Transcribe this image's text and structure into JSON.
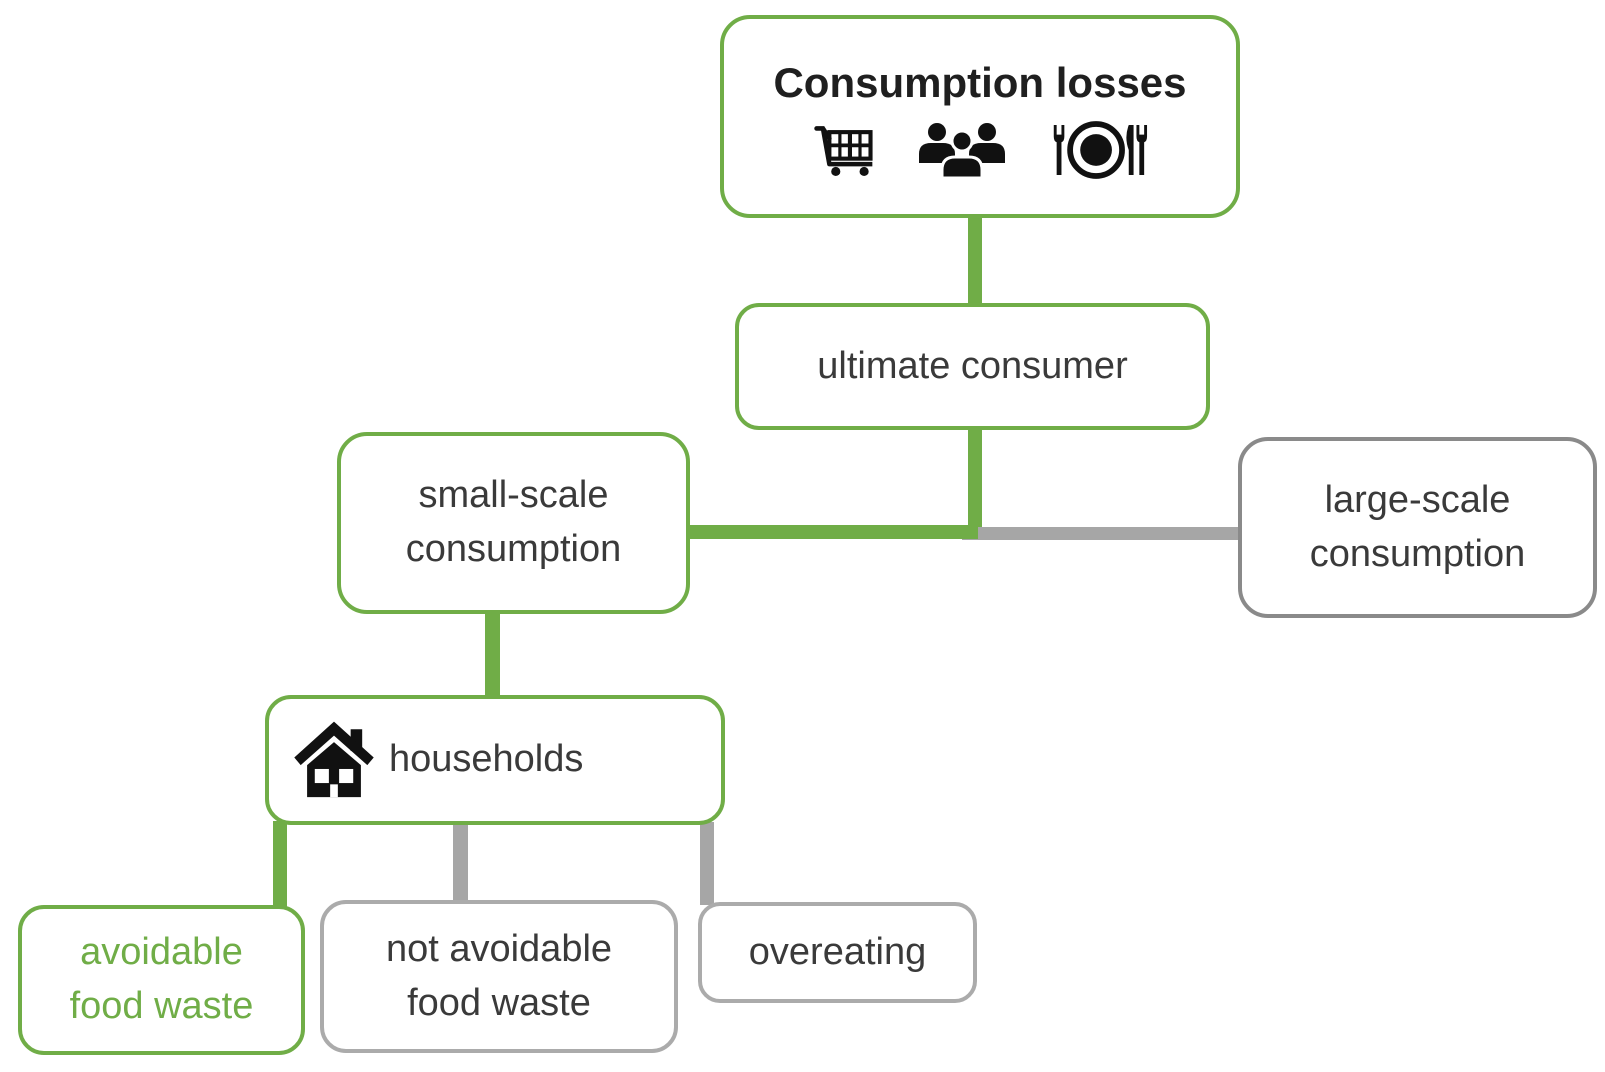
{
  "diagram": {
    "colors": {
      "green": "#70AD47",
      "gray_connector": "#A6A6A6",
      "gray_border_dark": "#8A8A8A",
      "gray_border_light": "#ABABAB",
      "text": "#3A3A3A",
      "title_text": "#1F1F1F",
      "icon": "#111111"
    },
    "root": {
      "label": "Consumption losses",
      "icons": [
        "shopping-cart",
        "people-group",
        "dining-place-setting"
      ]
    },
    "nodes": {
      "ultimate_consumer": {
        "label": "ultimate consumer"
      },
      "small_scale": {
        "line1": "small-scale",
        "line2": "consumption"
      },
      "large_scale": {
        "line1": "large-scale",
        "line2": "consumption"
      },
      "households": {
        "label": "households",
        "icon": "house"
      },
      "avoidable": {
        "line1": "avoidable",
        "line2": "food waste"
      },
      "not_avoidable": {
        "line1": "not avoidable",
        "line2": "food waste"
      },
      "overeating": {
        "label": "overeating"
      }
    }
  }
}
